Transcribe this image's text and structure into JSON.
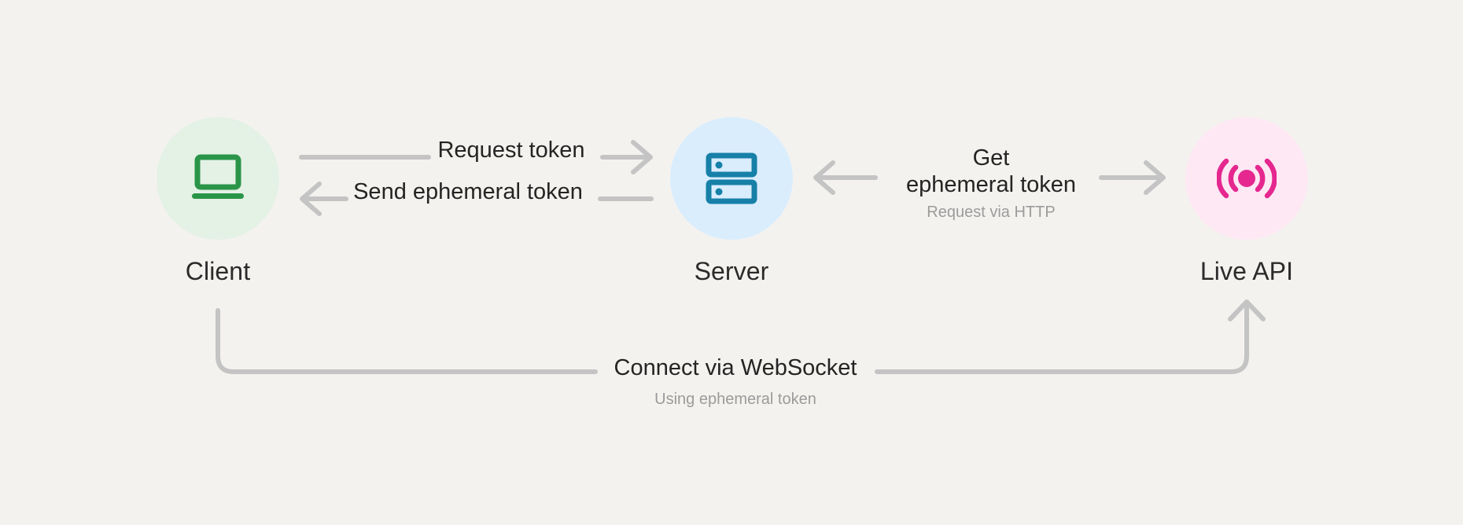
{
  "diagram": {
    "background_color": "#f4f2ef",
    "connector_color": "#c4c4c4",
    "nodes": [
      {
        "id": "client",
        "label": "Client",
        "icon": "laptop-icon",
        "circle_color": "#e4f1e5",
        "icon_color": "#2a9548"
      },
      {
        "id": "server",
        "label": "Server",
        "icon": "server-rack-icon",
        "circle_color": "#d9edfd",
        "icon_color": "#1680a8"
      },
      {
        "id": "live-api",
        "label": "Live API",
        "icon": "broadcast-signal-icon",
        "circle_color": "#fde8f3",
        "icon_color": "#e5278f"
      }
    ],
    "flows": [
      {
        "id": "request-token",
        "title": "Request token",
        "subtitle": "",
        "direction": "right",
        "from": "client",
        "to": "server"
      },
      {
        "id": "send-ephemeral-token",
        "title": "Send ephemeral token",
        "subtitle": "",
        "direction": "left",
        "from": "server",
        "to": "client"
      },
      {
        "id": "get-ephemeral-token",
        "title_line1": "Get",
        "title_line2": "ephemeral token",
        "subtitle": "Request via HTTP",
        "direction": "both",
        "from": "server",
        "to": "live-api"
      },
      {
        "id": "connect-websocket",
        "title": "Connect via WebSocket",
        "subtitle": "Using ephemeral token",
        "direction": "right",
        "from": "client",
        "to": "live-api"
      }
    ]
  }
}
